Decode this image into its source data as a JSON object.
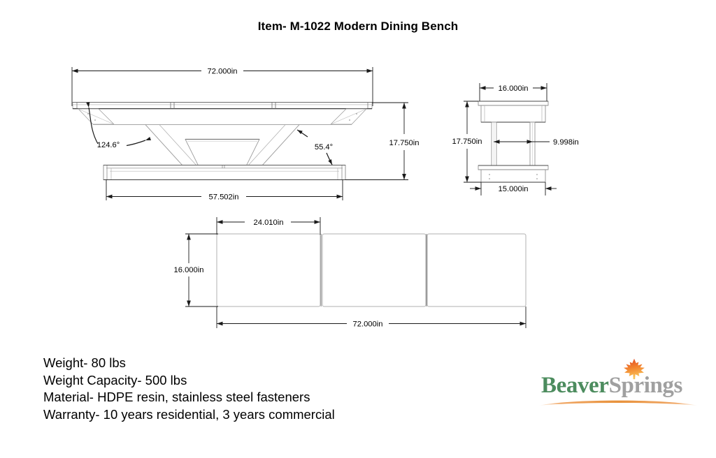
{
  "drawing": {
    "title": "Item- M-1022 Modern Dining Bench",
    "units": "in"
  },
  "views": {
    "front": {
      "name": "front-elevation",
      "dimensions": {
        "overall_width": "72.000in",
        "overall_height": "17.750in",
        "base_width": "57.502in"
      },
      "angles": {
        "left_angle": "124.6°",
        "right_angle": "55.4°"
      }
    },
    "side": {
      "name": "side-elevation",
      "dimensions": {
        "seat_depth": "16.000in",
        "overall_height": "17.750in",
        "leg_span": "9.998in",
        "base_depth": "15.000in"
      }
    },
    "top": {
      "name": "top-plan",
      "dimensions": {
        "slat_width": "24.010in",
        "depth": "16.000in",
        "overall_length": "72.000in"
      },
      "slat_count": 3
    }
  },
  "specs": {
    "lines": [
      "Weight- 80 lbs",
      "Weight Capacity- 500 lbs",
      "Material- HDPE resin, stainless steel fasteners",
      "Warranty- 10 years residential, 3 years commercial"
    ],
    "weight": "Weight- 80 lbs",
    "capacity": "Weight Capacity- 500 lbs",
    "material": "Material- HDPE resin, stainless steel fasteners",
    "warranty": "Warranty- 10 years residential, 3 years commercial"
  },
  "logo": {
    "primary_text": "Beaver",
    "secondary_text": "Springs",
    "primary_color": "#4c8c5e",
    "secondary_color": "#a0a0a0",
    "leaf_color_top": "#e8502a",
    "leaf_color_bottom": "#f6b93b",
    "swoosh_color": "#e8923c"
  },
  "colors": {
    "line": "#1a1a1a",
    "light_line": "#9a9a9a",
    "background": "#ffffff"
  }
}
